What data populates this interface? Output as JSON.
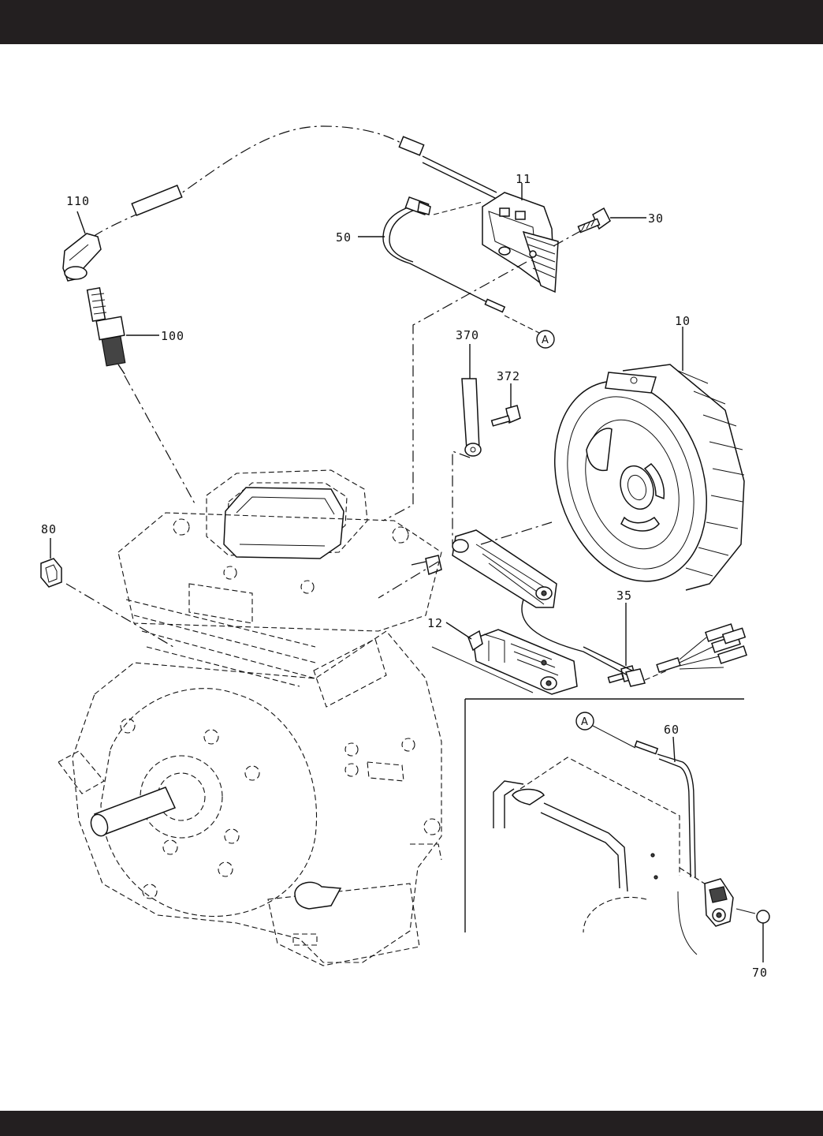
{
  "callouts": {
    "p110": "110",
    "p100": "100",
    "p50": "50",
    "p11": "11",
    "p30": "30",
    "p10": "10",
    "p370": "370",
    "p372": "372",
    "p80": "80",
    "p35": "35",
    "p12": "12",
    "p60": "60",
    "p70": "70"
  },
  "reference_markers": {
    "upper": "A",
    "inset": "A"
  }
}
